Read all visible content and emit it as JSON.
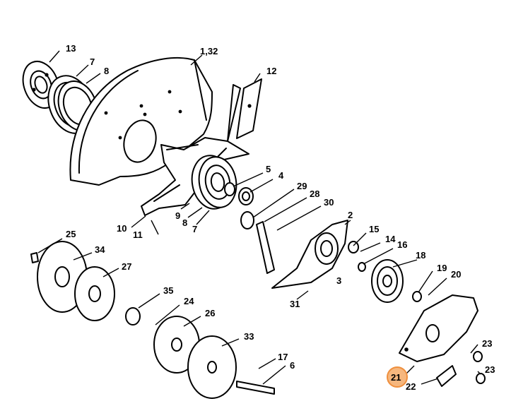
{
  "diagram": {
    "labels": [
      "13",
      "7",
      "8",
      "1,32",
      "12",
      "5",
      "4",
      "29",
      "28",
      "30",
      "9",
      "8",
      "7",
      "10",
      "11",
      "2",
      "15",
      "14",
      "16",
      "3",
      "18",
      "19",
      "20",
      "31",
      "25",
      "34",
      "27",
      "35",
      "24",
      "26",
      "33",
      "17",
      "6",
      "23",
      "21",
      "22",
      "23"
    ],
    "highlighted_label": "21",
    "colors": {
      "line": "#000000",
      "highlight_fill": "#f6b77e",
      "highlight_stroke": "#ef8f3d"
    }
  }
}
